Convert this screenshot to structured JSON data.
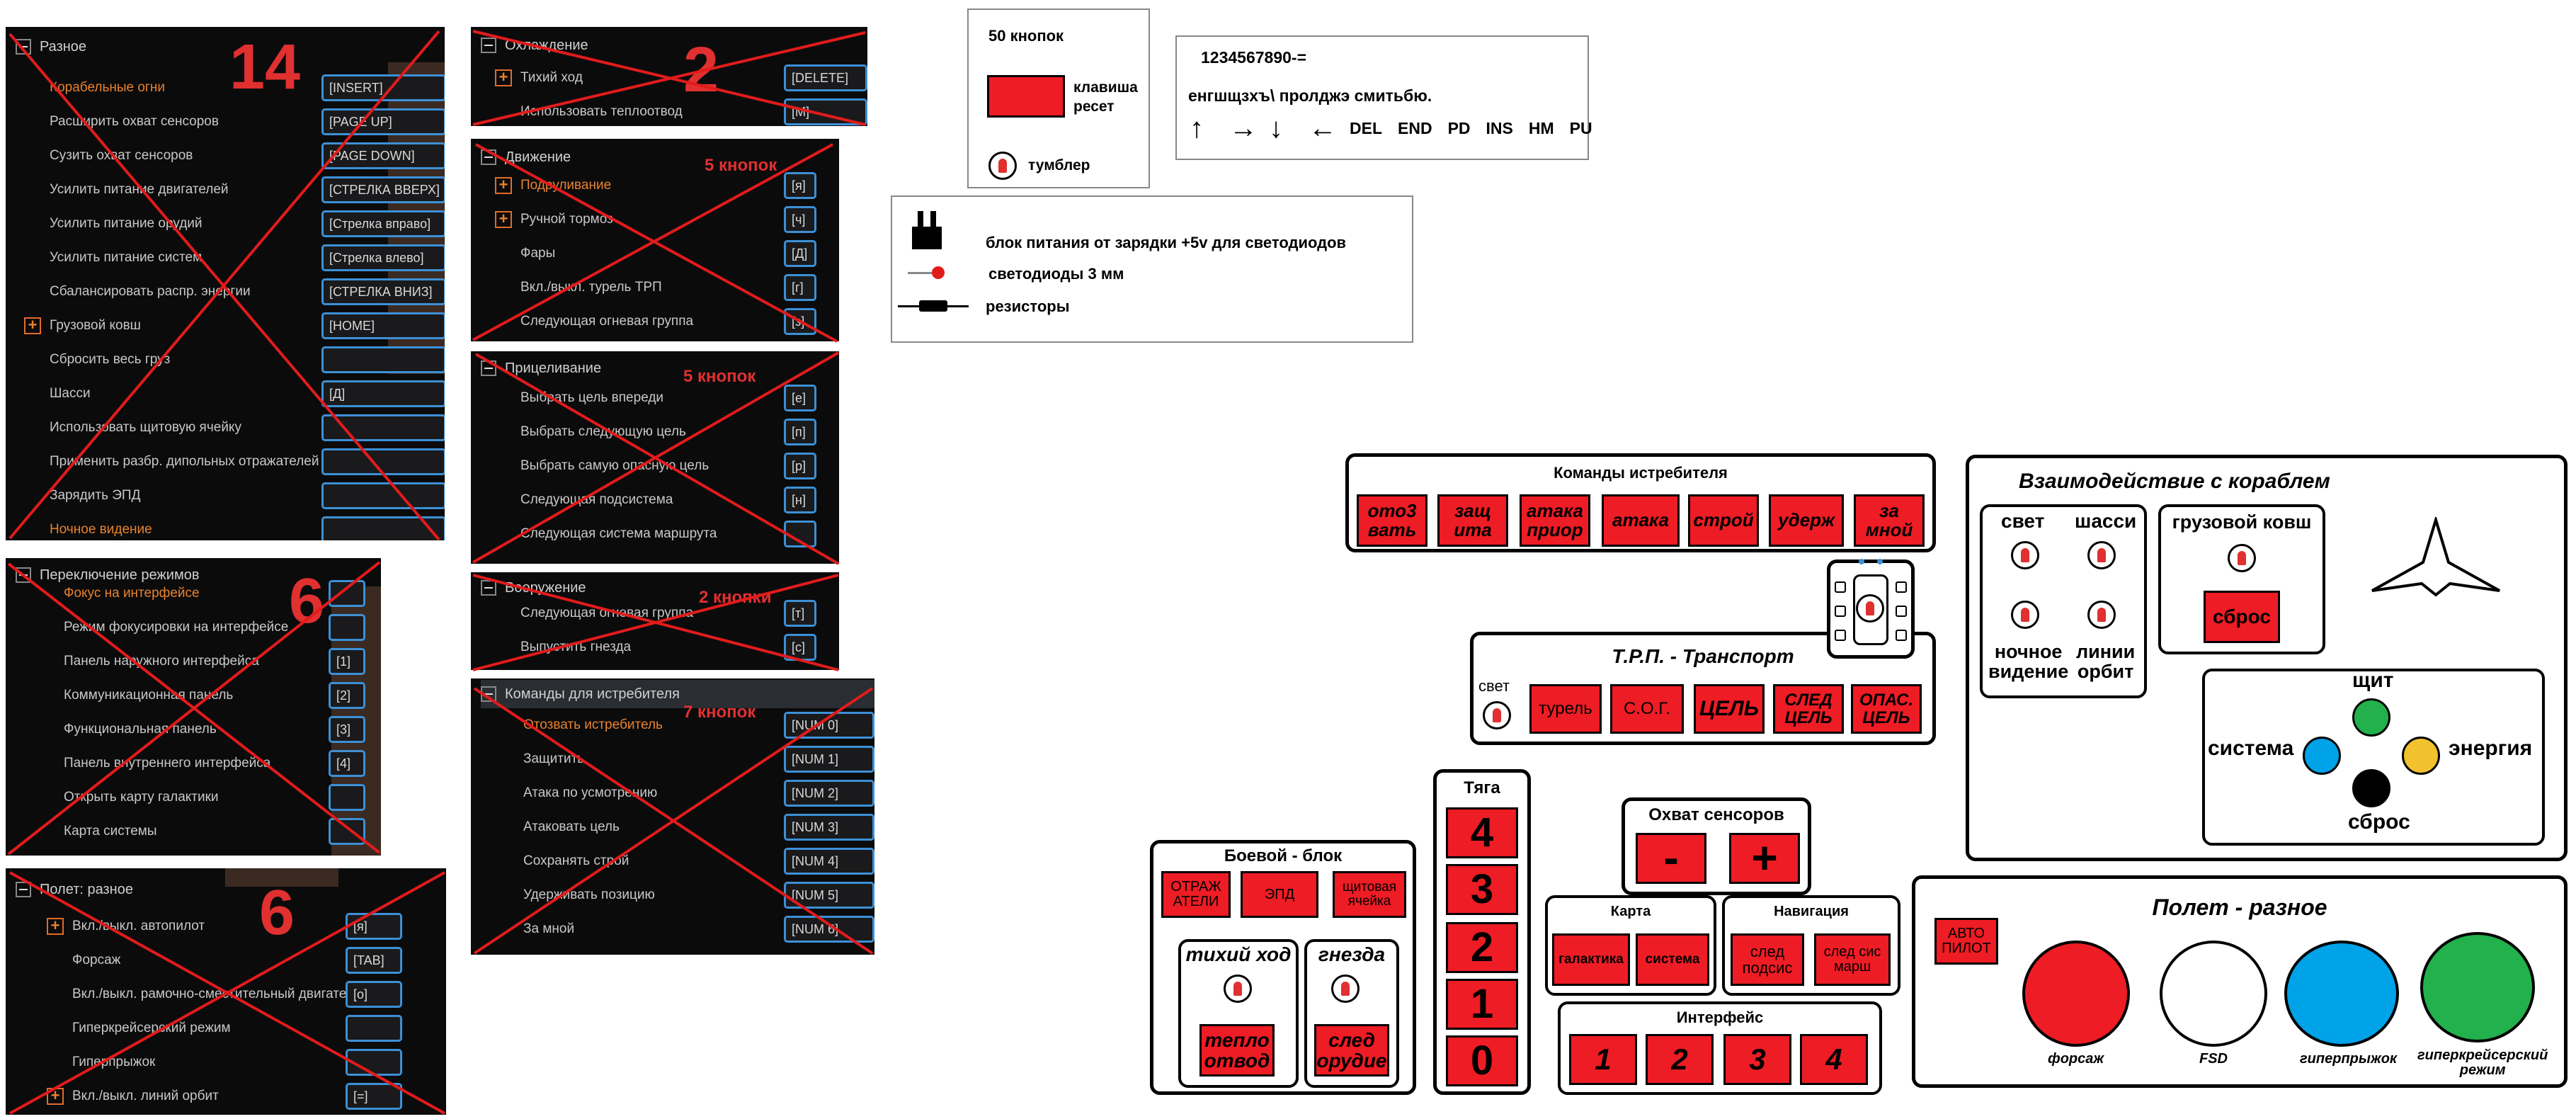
{
  "panel_misc": {
    "header": "Разное",
    "big_number": "14",
    "rows": [
      {
        "label": "Корабельные огни",
        "key": "[INSERT]",
        "orange": true
      },
      {
        "label": "Расширить охват сенсоров",
        "key": "[PAGE UP]"
      },
      {
        "label": "Сузить охват сенсоров",
        "key": "[PAGE DOWN]"
      },
      {
        "label": "Усилить питание двигателей",
        "key": "[СТРЕЛКА ВВЕРХ]"
      },
      {
        "label": "Усилить питание орудий",
        "key": "[Стрелка вправо]"
      },
      {
        "label": "Усилить питание систем",
        "key": "[Стрелка влево]"
      },
      {
        "label": "Сбалансировать распр. энергии",
        "key": "[СТРЕЛКА ВНИЗ]"
      },
      {
        "label": "Грузовой ковш",
        "key": "[HOME]",
        "plus": true
      },
      {
        "label": "Сбросить весь груз",
        "key": ""
      },
      {
        "label": "Шасси",
        "key": "[Д]"
      },
      {
        "label": "Использовать щитовую ячейку",
        "key": ""
      },
      {
        "label": "Применить разбр. дипольных отражателей",
        "key": ""
      },
      {
        "label": "Зарядить ЭПД",
        "key": ""
      },
      {
        "label": "Ночное видение",
        "key": "",
        "orange": true
      }
    ]
  },
  "panel_cooling": {
    "header": "Охлаждение",
    "big_number": "2",
    "rows": [
      {
        "label": "Тихий ход",
        "key": "[DELETE]",
        "plus": true
      },
      {
        "label": "Использовать теплоотвод",
        "key": "[M]"
      }
    ]
  },
  "panel_move": {
    "header": "Движение",
    "note": "5 кнопок",
    "rows": [
      {
        "label": "Подруливание",
        "key": "[я]",
        "plus": true,
        "orange": true
      },
      {
        "label": "Ручной тормоз",
        "key": "[ч]",
        "plus": true
      },
      {
        "label": "Фары",
        "key": "[Д]"
      },
      {
        "label": "Вкл./выкл. турель ТРП",
        "key": "[г]"
      },
      {
        "label": "Следующая огневая группа",
        "key": "[з]"
      }
    ]
  },
  "panel_target": {
    "header": "Прицеливание",
    "note": "5 кнопок",
    "rows": [
      {
        "label": "Выбрать цель впереди",
        "key": "[е]"
      },
      {
        "label": "Выбрать следующую цель",
        "key": "[п]"
      },
      {
        "label": "Выбрать самую опасную цель",
        "key": "[р]"
      },
      {
        "label": "Следующая подсистема",
        "key": "[н]"
      },
      {
        "label": "Следующая система маршрута",
        "key": ""
      }
    ]
  },
  "panel_weapons": {
    "header": "Вооружение",
    "note": "2 кнопки",
    "rows": [
      {
        "label": "Следующая огневая группа",
        "key": "[т]"
      },
      {
        "label": "Выпустить гнезда",
        "key": "[с]"
      }
    ]
  },
  "panel_fighter": {
    "header": "Команды для истребителя",
    "note": "7 кнопок",
    "rows": [
      {
        "label": "Отозвать истребитель",
        "key": "[NUM 0]",
        "orange": true
      },
      {
        "label": "Защитить",
        "key": "[NUM 1]"
      },
      {
        "label": "Атака по усмотрению",
        "key": "[NUM 2]"
      },
      {
        "label": "Атаковать цель",
        "key": "[NUM 3]"
      },
      {
        "label": "Сохранять строй",
        "key": "[NUM 4]"
      },
      {
        "label": "Удерживать позицию",
        "key": "[NUM 5]"
      },
      {
        "label": "За мной",
        "key": "[NUM 6]"
      }
    ]
  },
  "panel_modes": {
    "header": "Переключение режимов",
    "big_number": "6",
    "rows": [
      {
        "label": "Фокус на интерфейсе",
        "key": "",
        "orange": true
      },
      {
        "label": "Режим фокусировки на интерфейсе",
        "key": ""
      },
      {
        "label": "Панель наружного интерфейса",
        "key": "[1]"
      },
      {
        "label": "Коммуникационная панель",
        "key": "[2]"
      },
      {
        "label": "Функциональная панель",
        "key": "[3]"
      },
      {
        "label": "Панель внутреннего интерфейса",
        "key": "[4]"
      },
      {
        "label": "Открыть карту галактики",
        "key": ""
      },
      {
        "label": "Карта системы",
        "key": ""
      }
    ]
  },
  "panel_flight": {
    "header": "Полет: разное",
    "big_number": "6",
    "rows": [
      {
        "label": "Вкл./выкл. автопилот",
        "key": "[я]",
        "plus": true
      },
      {
        "label": "Форсаж",
        "key": "[TAB]"
      },
      {
        "label": "Вкл./выкл. рамочно-сместительный двигатель",
        "key": "[о]"
      },
      {
        "label": "Гиперкрейсерский режим",
        "key": ""
      },
      {
        "label": "Гиперпрыжок",
        "key": ""
      },
      {
        "label": "Вкл./выкл. линий орбит",
        "key": "[=]",
        "plus": true
      }
    ]
  },
  "legend1": {
    "count": "50 кнопок",
    "reset_label": "клавиша\nресет",
    "toggle_label": "тумблер"
  },
  "legend2": {
    "line1": "1234567890-=",
    "line2": "енгшщзхъ\\ пролджэ смитьбю.",
    "arrows": [
      "↑",
      "→",
      "↓",
      "←"
    ],
    "keys": [
      "DEL",
      "END",
      "PD",
      "INS",
      "HM",
      "PU"
    ]
  },
  "legend3": {
    "psu": "блок питания от зарядки +5v для светодиодов",
    "led": "светодиоды 3 мм",
    "res": "резисторы"
  },
  "fighter_cmds": {
    "title": "Команды истребителя",
    "buttons": [
      "ото3\nвать",
      "защ\nита",
      "атака\nприор",
      "атака",
      "строй",
      "удерж",
      "за\nмной"
    ]
  },
  "trp": {
    "title": "Т.Р.П. - Транспорт",
    "light": "свет",
    "buttons": [
      "турель",
      "С.О.Г.",
      "ЦЕЛЬ",
      "СЛЕД\nЦЕЛЬ",
      "ОПАС.\nЦЕЛЬ"
    ]
  },
  "ship": {
    "title": "Взаимодействие с кораблем",
    "light": "свет",
    "gear": "шасси",
    "night": "ночное\nвидение",
    "orbit": "линии\nорбит",
    "cargo": "грузовой ковш",
    "drop": "сброс",
    "shield": "щит",
    "system": "система",
    "energy": "энергия",
    "reset": "сброс",
    "colors": {
      "shield": "#22b14c",
      "system": "#00a2e8",
      "energy": "#f2c12e",
      "reset": "#000000"
    }
  },
  "combat": {
    "title": "Боевой - блок",
    "buttons": [
      "ОТРАЖ\nАТЕЛИ",
      "ЭПД",
      "щитовая\nячейка"
    ],
    "silent": "тихий ход",
    "silent_btn": "тепло\nотвод",
    "nests": "гнезда",
    "nests_btn": "след\nорудие"
  },
  "thrust": {
    "title": "Тяга",
    "buttons": [
      "4",
      "3",
      "2",
      "1",
      "0"
    ]
  },
  "sensors": {
    "title": "Охват сенсоров",
    "minus": "-",
    "plus": "+"
  },
  "map": {
    "title": "Карта",
    "buttons": [
      "галактика",
      "система"
    ]
  },
  "nav": {
    "title": "Навигация",
    "buttons": [
      "след\nподсис",
      "след сис\nмарш"
    ]
  },
  "iface": {
    "title": "Интерфейс",
    "buttons": [
      "1",
      "2",
      "3",
      "4"
    ]
  },
  "flight": {
    "title": "Полет - разное",
    "autopilot": "АВТО\nПИЛОТ",
    "labels": [
      "форсаж",
      "FSD",
      "гиперпрыжок",
      "гиперкрейсерский\nрежим"
    ],
    "colors": [
      "#ee1c24",
      "#ffffff",
      "#00a2e8",
      "#22b14c"
    ]
  }
}
